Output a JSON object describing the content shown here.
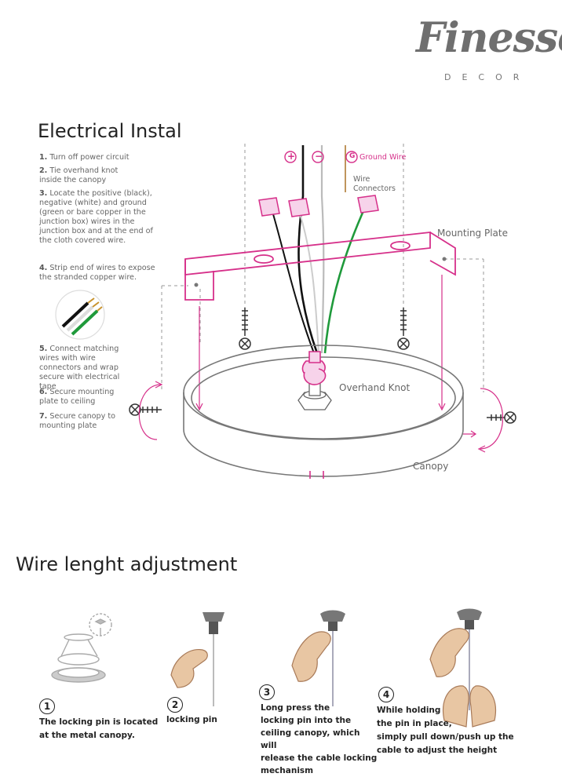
{
  "brand": {
    "name": "Finesse",
    "sub": "DECOR"
  },
  "install": {
    "title": "Electrical Instal",
    "steps": [
      {
        "n": "1.",
        "text": "Turn off power circuit"
      },
      {
        "n": "2.",
        "text": "Tie overhand knot inside the canopy"
      },
      {
        "n": "3.",
        "text": "Locate the positive (black), negative (white) and ground (green or bare copper in the junction box) wires in the junction box and at the end of the cloth covered wire."
      },
      {
        "n": "4.",
        "text": "Strip end of wires to expose the stranded copper wire."
      },
      {
        "n": "5.",
        "text": "Connect matching wires with wire connectors and wrap secure with electrical tape"
      },
      {
        "n": "6.",
        "text": "Secure mounting plate to ceiling"
      },
      {
        "n": "7.",
        "text": "Secure canopy to mounting plate"
      }
    ],
    "labels": {
      "plus": "+",
      "minus": "−",
      "ground_badge": "G",
      "ground_wire": "Ground Wire",
      "wire_connectors_1": "Wire",
      "wire_connectors_2": "Connectors",
      "mounting_plate": "Mounting Plate",
      "overhand_knot": "Overhand Knot",
      "canopy": "Canopy"
    }
  },
  "adjust": {
    "title": "Wire lenght adjustment",
    "steps": [
      {
        "n": "1",
        "l1": "The locking pin is located",
        "l2": "at the metal canopy.",
        "l3": "",
        "l4": ""
      },
      {
        "n": "2",
        "l1": "locking pin",
        "l2": "",
        "l3": "",
        "l4": ""
      },
      {
        "n": "3",
        "l1": "Long press the",
        "l2": "locking pin into the",
        "l3": "ceiling canopy, which will",
        "l4": "release the cable locking",
        "l5": "mechanism"
      },
      {
        "n": "4",
        "l1": "While holding",
        "l2": "the pin in place,",
        "l3": "simply pull down/push up the",
        "l4": "cable to adjust the height"
      }
    ]
  },
  "colors": {
    "accent": "#d6308a",
    "wire_green": "#1f9a3b",
    "wire_black": "#111111",
    "ground": "#b8894a",
    "line": "#777777"
  }
}
